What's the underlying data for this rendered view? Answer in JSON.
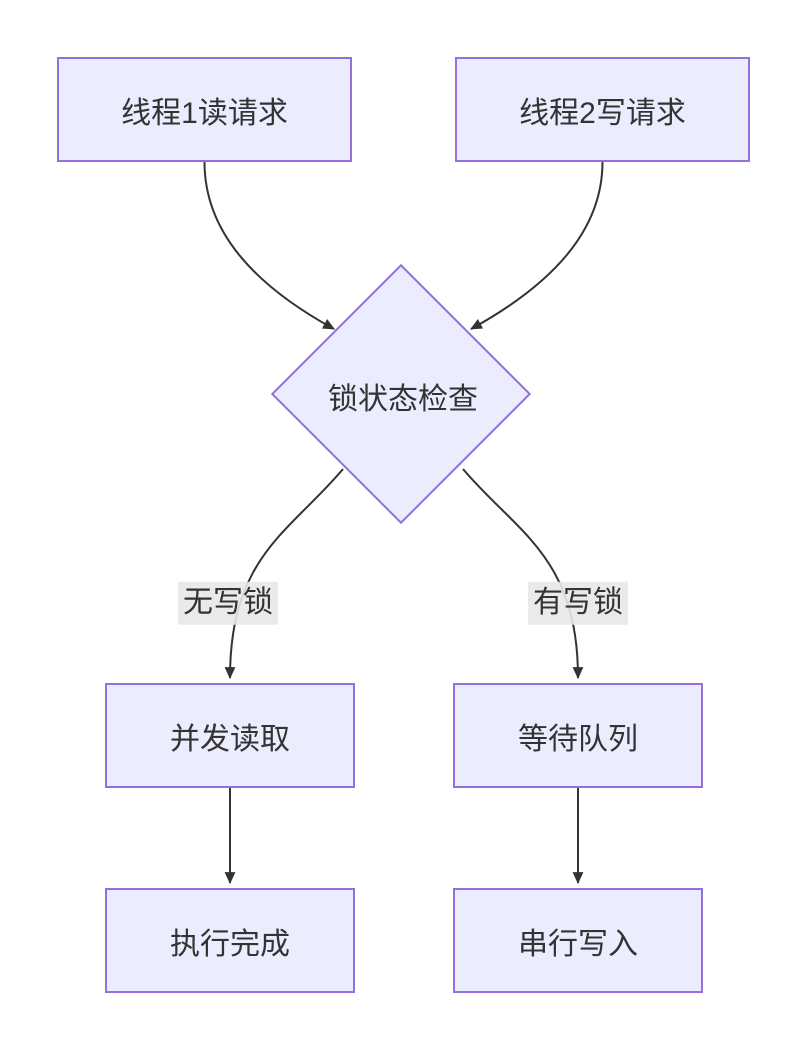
{
  "diagram": {
    "type": "flowchart",
    "background_color": "#ffffff",
    "node_fill_color": "#ECECFF",
    "node_border_color": "#9370DB",
    "edge_line_color": "#333333",
    "edge_label_bg_color": "#e8e8e8",
    "text_color": "#333333",
    "nodes": {
      "thread1_read": {
        "label": "线程1读请求",
        "shape": "rect"
      },
      "thread2_write": {
        "label": "线程2写请求",
        "shape": "rect"
      },
      "lock_check": {
        "label": "锁状态检查",
        "shape": "diamond"
      },
      "concurrent_read": {
        "label": "并发读取",
        "shape": "rect"
      },
      "wait_queue": {
        "label": "等待队列",
        "shape": "rect"
      },
      "exec_done": {
        "label": "执行完成",
        "shape": "rect"
      },
      "serial_write": {
        "label": "串行写入",
        "shape": "rect"
      }
    },
    "edges": [
      {
        "from": "thread1_read",
        "to": "lock_check",
        "label": ""
      },
      {
        "from": "thread2_write",
        "to": "lock_check",
        "label": ""
      },
      {
        "from": "lock_check",
        "to": "concurrent_read",
        "label": "无写锁"
      },
      {
        "from": "lock_check",
        "to": "wait_queue",
        "label": "有写锁"
      },
      {
        "from": "concurrent_read",
        "to": "exec_done",
        "label": ""
      },
      {
        "from": "wait_queue",
        "to": "serial_write",
        "label": ""
      }
    ],
    "edge_labels": {
      "no_write_lock": "无写锁",
      "has_write_lock": "有写锁"
    }
  }
}
